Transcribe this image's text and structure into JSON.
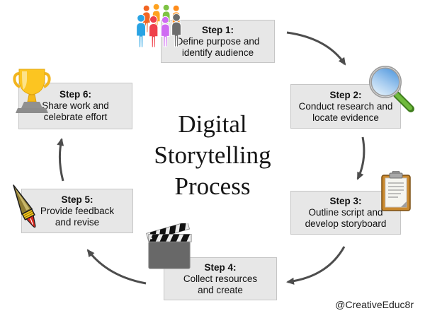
{
  "title": {
    "line1": "Digital",
    "line2": "Storytelling",
    "line3": "Process"
  },
  "credit": "@CreativeEduc8r",
  "steps": [
    {
      "title": "Step 1:",
      "line1": "Define purpose and",
      "line2": "identify audience",
      "icon": "people-group-icon"
    },
    {
      "title": "Step 2:",
      "line1": "Conduct research and",
      "line2": "locate evidence",
      "icon": "magnifier-icon"
    },
    {
      "title": "Step 3:",
      "line1": "Outline script and",
      "line2": "develop storyboard",
      "icon": "clipboard-icon"
    },
    {
      "title": "Step 4:",
      "line1": "Collect resources",
      "line2": "and create",
      "icon": "clapperboard-icon"
    },
    {
      "title": "Step 5:",
      "line1": "Provide feedback",
      "line2": "and revise",
      "icon": "pen-icon"
    },
    {
      "title": "Step 6:",
      "line1": "Share work and",
      "line2": "celebrate effort",
      "icon": "trophy-icon"
    }
  ],
  "colors": {
    "background": "#ffffff",
    "box_fill": "#e7e7e7",
    "box_border": "#c6c6c6",
    "arrow": "#4d4d4d",
    "text": "#111111",
    "magnifier_handle_green": "#5f9e2f",
    "magnifier_lens_blue": "#4f97dd",
    "clipboard_tan": "#c9892e",
    "trophy_gold": "#fcc521",
    "trophy_base_gray": "#8c8c8c",
    "pen_red_nib": "#d6281e",
    "clapper_gray": "#686868",
    "people_colors": [
      "#f26522",
      "#ffa21f",
      "#7ec344",
      "#ff8c1a",
      "#29a3e3",
      "#ef404a",
      "#cf6cf2",
      "#6d6d6d"
    ]
  }
}
